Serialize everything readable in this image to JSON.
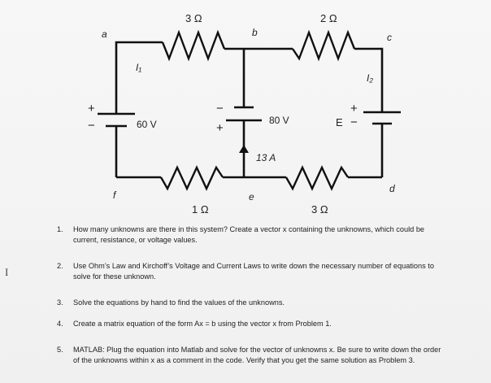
{
  "circuit": {
    "resistors": [
      {
        "id": "r_ab",
        "value": "3 Ω"
      },
      {
        "id": "r_bc",
        "value": "2 Ω"
      },
      {
        "id": "r_fe",
        "value": "1 Ω"
      },
      {
        "id": "r_ed",
        "value": "3 Ω"
      }
    ],
    "nodes": {
      "a": "a",
      "b": "b",
      "c": "c",
      "d": "d",
      "e": "e",
      "f": "f"
    },
    "currents": {
      "i1": "I₁",
      "i2": "I₂",
      "middle": "13 A"
    },
    "sources": {
      "left": {
        "value": "60 V",
        "plus": "+",
        "minus": "−"
      },
      "middle": {
        "value": "80 V",
        "plus": "+",
        "minus": "−"
      },
      "right": {
        "value": "E",
        "plus": "+",
        "minus": "−"
      }
    }
  },
  "problems": [
    {
      "number": "1.",
      "text": "How many unknowns are there in this system? Create a vector x containing the unknowns, which could be current, resistance, or voltage values."
    },
    {
      "number": "2.",
      "text": "Use Ohm’s Law and Kirchoff’s Voltage and Current Laws to write down the necessary number of equations to solve for these unknown."
    },
    {
      "number": "3.",
      "text": "Solve the equations by hand to find the values of the unknowns."
    },
    {
      "number": "4.",
      "text": "Create a matrix equation of the form Ax = b using the vector x from Problem 1."
    },
    {
      "number": "5.",
      "text": "MATLAB: Plug the equation into Matlab and solve for the vector of unknowns x. Be sure to write down the order of the unknowns within x as a comment in the code. Verify that you get the same solution as Problem 3."
    }
  ],
  "cursor_glyph": "I"
}
